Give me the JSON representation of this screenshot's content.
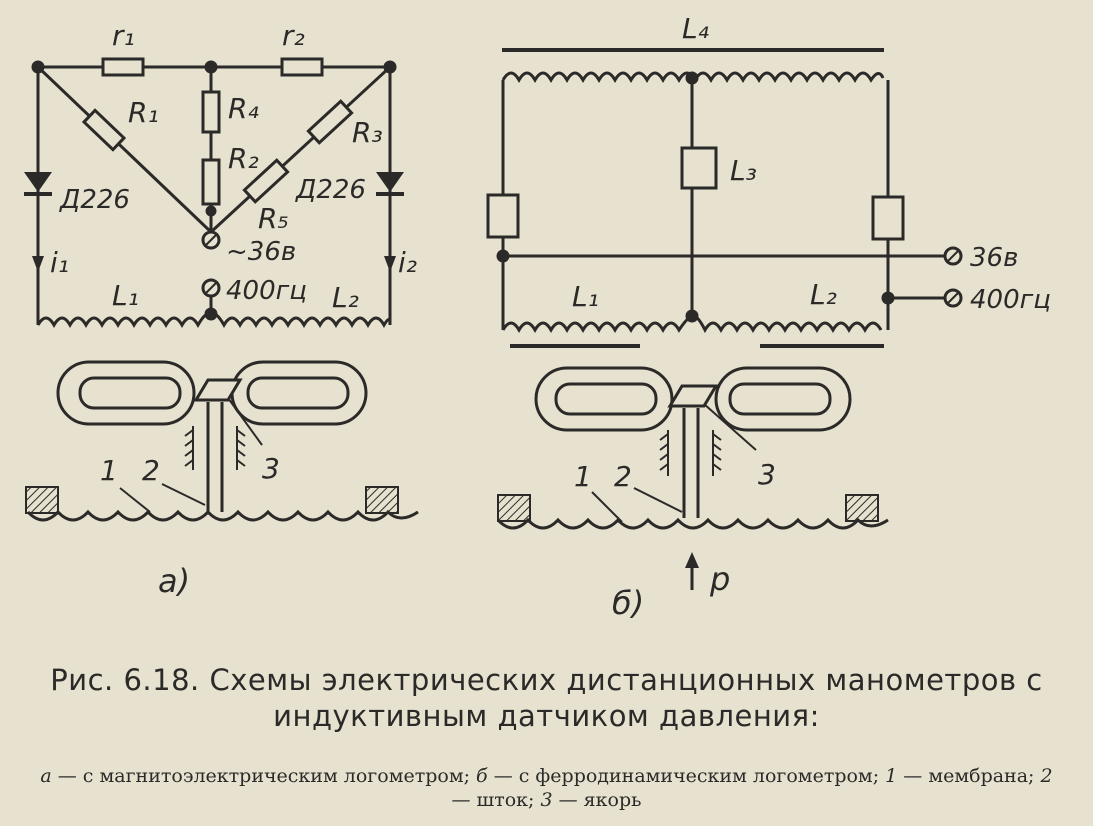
{
  "diagram_a": {
    "labels": {
      "r1": "r₁",
      "r2": "r₂",
      "R1": "R₁",
      "R2": "R₂",
      "R3": "R₃",
      "R4": "R₄",
      "R5": "R₅",
      "diode_left": "Д226",
      "diode_right": "Д226",
      "i1": "i₁",
      "i2": "i₂",
      "L1": "L₁",
      "L2": "L₂",
      "voltage": "~36в",
      "frequency": "400гц",
      "part1": "1",
      "part2": "2",
      "part3": "3",
      "panel": "а)"
    }
  },
  "diagram_b": {
    "labels": {
      "L4": "L₄",
      "L3": "L₃",
      "L1": "L₁",
      "L2": "L₂",
      "voltage": "36в",
      "frequency": "400гц",
      "part1": "1",
      "part2": "2",
      "part3": "3",
      "pressure": "p",
      "panel": "б)"
    }
  },
  "caption": {
    "line1": "Рис. 6.18. Схемы электрических дистанционных манометров с",
    "line2": "индуктивным датчиком давления:",
    "legend": {
      "a_key": "а",
      "a_text": " — с магнитоэлектрическим логометром; ",
      "b_key": "б",
      "b_text": " — с ферродинамическим логометром; ",
      "k1": "1",
      "t1": " — мембрана; ",
      "k2": "2",
      "t2": " — шток; ",
      "k3": "3",
      "t3": " — якорь"
    }
  }
}
